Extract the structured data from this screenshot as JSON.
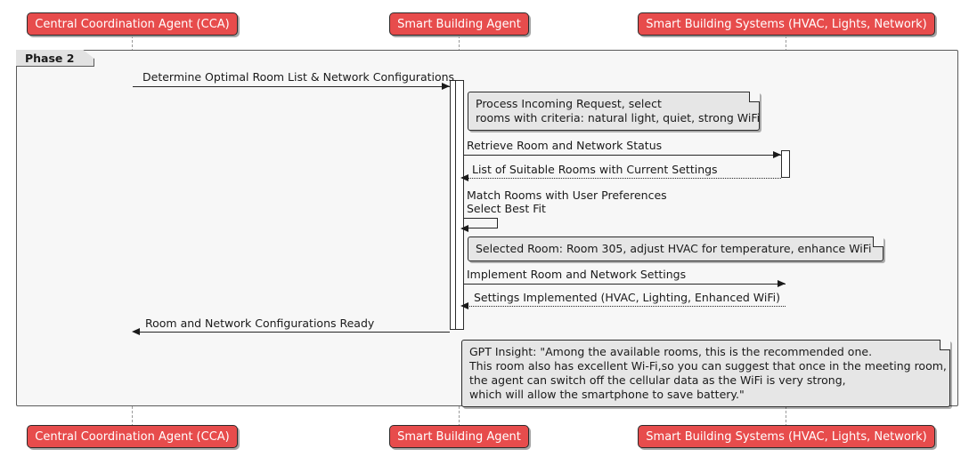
{
  "diagram": {
    "type": "uml-sequence-diagram",
    "frame_label": "Phase 2",
    "participants": [
      {
        "id": "cca",
        "name": "Central Coordination Agent (CCA)"
      },
      {
        "id": "sba",
        "name": "Smart Building Agent"
      },
      {
        "id": "sbs",
        "name": "Smart Building Systems (HVAC, Lights, Network)"
      }
    ],
    "colors": {
      "participant_fill": "#E74C4C",
      "participant_text": "#ffffff",
      "participant_border": "#2b2b2b",
      "note_fill": "#e6e6e6",
      "frame_fill": "#f7f7f7",
      "lifeline": "#9a9a9a",
      "line": "#262626"
    },
    "messages": [
      {
        "id": "m1",
        "from": "cca",
        "to": "sba",
        "label": "Determine Optimal Room List & Network Configurations",
        "style": "solid"
      },
      {
        "id": "m2",
        "from": "sba",
        "to": "sbs",
        "label": "Retrieve Room and Network Status",
        "style": "solid"
      },
      {
        "id": "m3",
        "from": "sbs",
        "to": "sba",
        "label": "List of Suitable Rooms with Current Settings",
        "style": "dotted"
      },
      {
        "id": "m4",
        "from": "sba",
        "to": "sba",
        "label": "Match Rooms with User Preferences\nSelect Best Fit",
        "style": "solid-self"
      },
      {
        "id": "m5",
        "from": "sba",
        "to": "sbs",
        "label": "Implement Room and Network Settings",
        "style": "solid"
      },
      {
        "id": "m6",
        "from": "sbs",
        "to": "sba",
        "label": "Settings Implemented (HVAC, Lighting, Enhanced WiFi)",
        "style": "dotted"
      },
      {
        "id": "m7",
        "from": "sba",
        "to": "cca",
        "label": "Room and Network Configurations Ready",
        "style": "solid"
      }
    ],
    "message_labels": {
      "m1": "Determine Optimal Room List & Network Configurations",
      "m2": "Retrieve Room and Network Status",
      "m3": "List of Suitable Rooms with Current Settings",
      "m4_line1": "Match Rooms with User Preferences",
      "m4_line2": "Select Best Fit",
      "m5": "Implement Room and Network Settings",
      "m6": "Settings Implemented (HVAC, Lighting, Enhanced WiFi)",
      "m7": "Room and Network Configurations Ready"
    },
    "notes": {
      "note1": "Process Incoming Request, select\nrooms with criteria: natural light, quiet, strong WiFi",
      "note2": "Selected Room: Room 305, adjust HVAC for temperature, enhance WiFi",
      "note3": "GPT Insight: \"Among the available rooms, this is the recommended one.\nThis room also has excellent Wi-Fi,so you can suggest that once in the meeting room,\nthe agent can switch off the cellular data as the WiFi is very strong,\nwhich will allow the smartphone to save battery.\""
    }
  }
}
